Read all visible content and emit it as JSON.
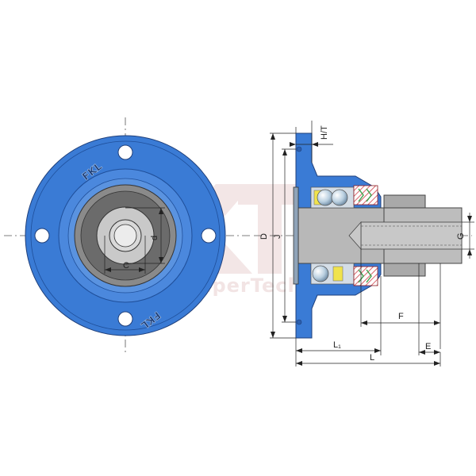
{
  "diagram": {
    "title": "",
    "brand_marks": {
      "fkl": "FKL",
      "ikl": "FKL",
      "watermark": "KemperTech"
    },
    "dimension_labels": {
      "d": "d",
      "c": "C",
      "D": "D",
      "J": "J",
      "HT": "H/T",
      "G": "G",
      "F": "F",
      "L1": "L₁",
      "L": "L",
      "E": "E"
    },
    "colors": {
      "housing_blue": "#3a7bd5",
      "housing_dark": "#1f4f9a",
      "bore_gray": "#c9c9c9",
      "shaft_gray": "#b8b8b8",
      "seal_red": "#c8252f",
      "seal_green": "#3aa04a",
      "ball_steel": "#b9cfe0",
      "watermark": "#e9d7d7"
    }
  }
}
